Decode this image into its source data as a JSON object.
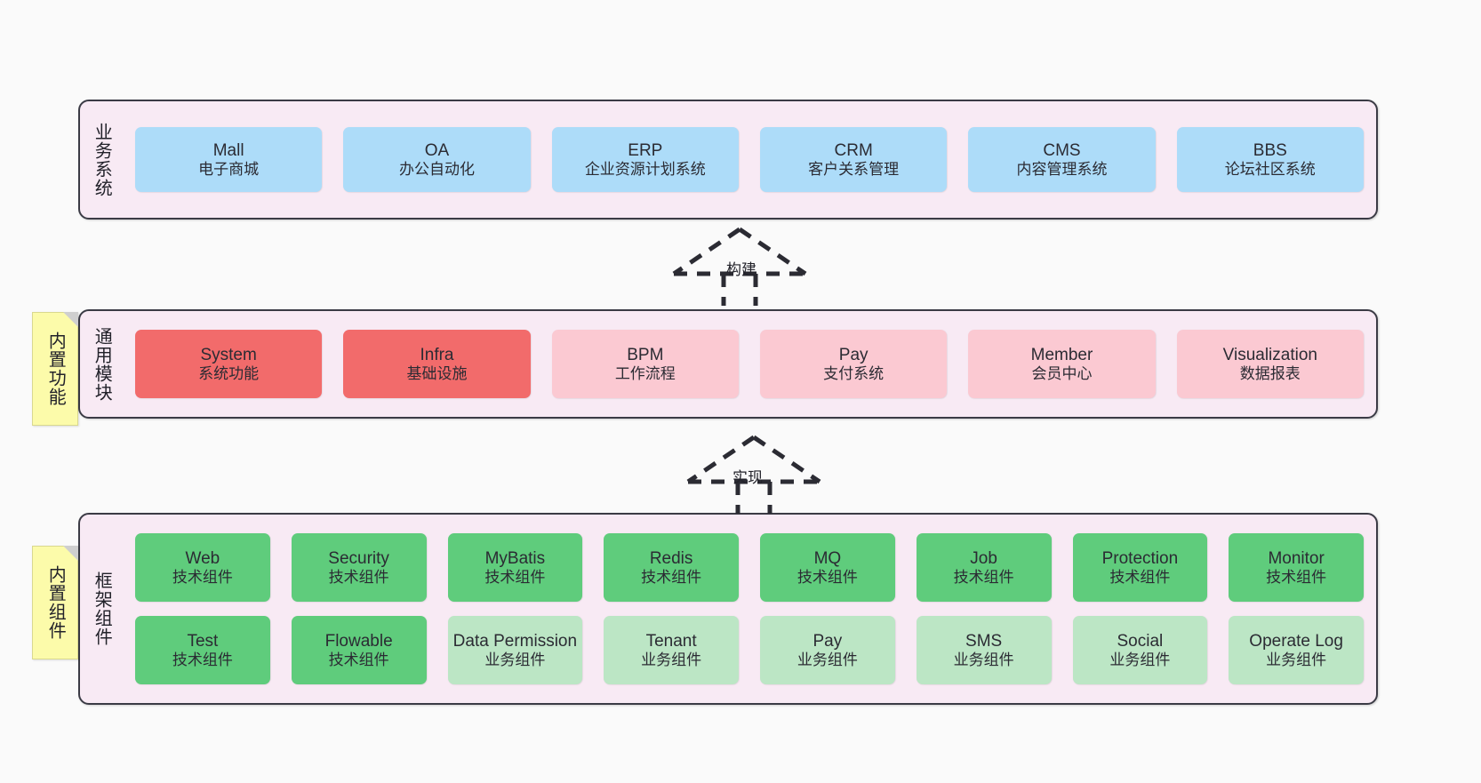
{
  "canvas": {
    "background": "#FAFAFA"
  },
  "palette": {
    "layer_bg": "#F8EAF4",
    "layer_border": "#3B3B45",
    "blue": "#ADDCF9",
    "red": "#F26B6B",
    "pink": "#FBC9D2",
    "green": "#5FCC7C",
    "light_green": "#BCE6C5",
    "note_yellow": "#FCFBAA",
    "note_fold": "#CFCFCF",
    "text": "#2B2B33"
  },
  "notes": [
    {
      "id": "note-func",
      "label": "内置功能"
    },
    {
      "id": "note-comp",
      "label": "内置组件"
    }
  ],
  "arrows": [
    {
      "id": "arrow-build",
      "label": "构建",
      "style": "dashed-generalization",
      "direction": "up"
    },
    {
      "id": "arrow-impl",
      "label": "实现",
      "style": "dashed-generalization",
      "direction": "up"
    }
  ],
  "layers": [
    {
      "id": "layer-business",
      "title": "业务系统",
      "rows": [
        {
          "cards": [
            {
              "name": "Mall",
              "desc": "电子商城",
              "color": "blue"
            },
            {
              "name": "OA",
              "desc": "办公自动化",
              "color": "blue"
            },
            {
              "name": "ERP",
              "desc": "企业资源计划系统",
              "color": "blue"
            },
            {
              "name": "CRM",
              "desc": "客户关系管理",
              "color": "blue"
            },
            {
              "name": "CMS",
              "desc": "内容管理系统",
              "color": "blue"
            },
            {
              "name": "BBS",
              "desc": "论坛社区系统",
              "color": "blue"
            }
          ]
        }
      ]
    },
    {
      "id": "layer-modules",
      "title": "通用模块",
      "rows": [
        {
          "cards": [
            {
              "name": "System",
              "desc": "系统功能",
              "color": "red"
            },
            {
              "name": "Infra",
              "desc": "基础设施",
              "color": "red"
            },
            {
              "name": "BPM",
              "desc": "工作流程",
              "color": "pink"
            },
            {
              "name": "Pay",
              "desc": "支付系统",
              "color": "pink"
            },
            {
              "name": "Member",
              "desc": "会员中心",
              "color": "pink"
            },
            {
              "name": "Visualization",
              "desc": "数据报表",
              "color": "pink"
            }
          ]
        }
      ]
    },
    {
      "id": "layer-frame",
      "title": "框架组件",
      "rows": [
        {
          "cards": [
            {
              "name": "Web",
              "desc": "技术组件",
              "color": "green"
            },
            {
              "name": "Security",
              "desc": "技术组件",
              "color": "green"
            },
            {
              "name": "MyBatis",
              "desc": "技术组件",
              "color": "green"
            },
            {
              "name": "Redis",
              "desc": "技术组件",
              "color": "green"
            },
            {
              "name": "MQ",
              "desc": "技术组件",
              "color": "green"
            },
            {
              "name": "Job",
              "desc": "技术组件",
              "color": "green"
            },
            {
              "name": "Protection",
              "desc": "技术组件",
              "color": "green"
            },
            {
              "name": "Monitor",
              "desc": "技术组件",
              "color": "green"
            }
          ]
        },
        {
          "cards": [
            {
              "name": "Test",
              "desc": "技术组件",
              "color": "green"
            },
            {
              "name": "Flowable",
              "desc": "技术组件",
              "color": "green"
            },
            {
              "name": "Data Permission",
              "desc": "业务组件",
              "color": "light_green"
            },
            {
              "name": "Tenant",
              "desc": "业务组件",
              "color": "light_green"
            },
            {
              "name": "Pay",
              "desc": "业务组件",
              "color": "light_green"
            },
            {
              "name": "SMS",
              "desc": "业务组件",
              "color": "light_green"
            },
            {
              "name": "Social",
              "desc": "业务组件",
              "color": "light_green"
            },
            {
              "name": "Operate Log",
              "desc": "业务组件",
              "color": "light_green"
            }
          ]
        }
      ]
    }
  ]
}
